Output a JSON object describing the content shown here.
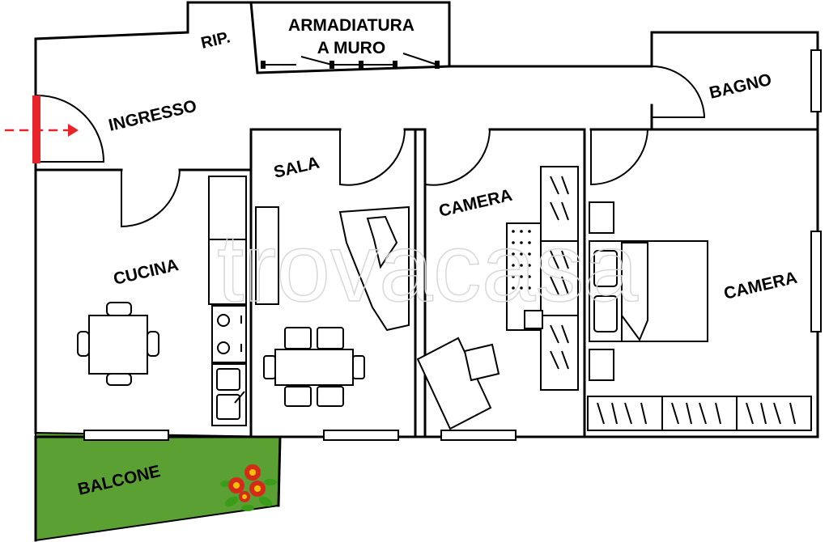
{
  "rooms": {
    "ingresso": "INGRESSO",
    "rip": "RIP.",
    "armadiatura_line1": "ARMADIATURA",
    "armadiatura_line2": "A MURO",
    "bagno": "BAGNO",
    "sala": "SALA",
    "camera_1": "CAMERA",
    "camera_2": "CAMERA",
    "cucina": "CUCINA",
    "balcone": "BALCONE"
  },
  "watermark": "trovacasa",
  "colors": {
    "entrance_marker": "#e8232a",
    "balcony_grass": "#5aa032",
    "flower_red": "#d42a1a",
    "flower_yellow": "#f2c200",
    "leaf_green": "#3a9d1a",
    "wall": "#000000"
  }
}
